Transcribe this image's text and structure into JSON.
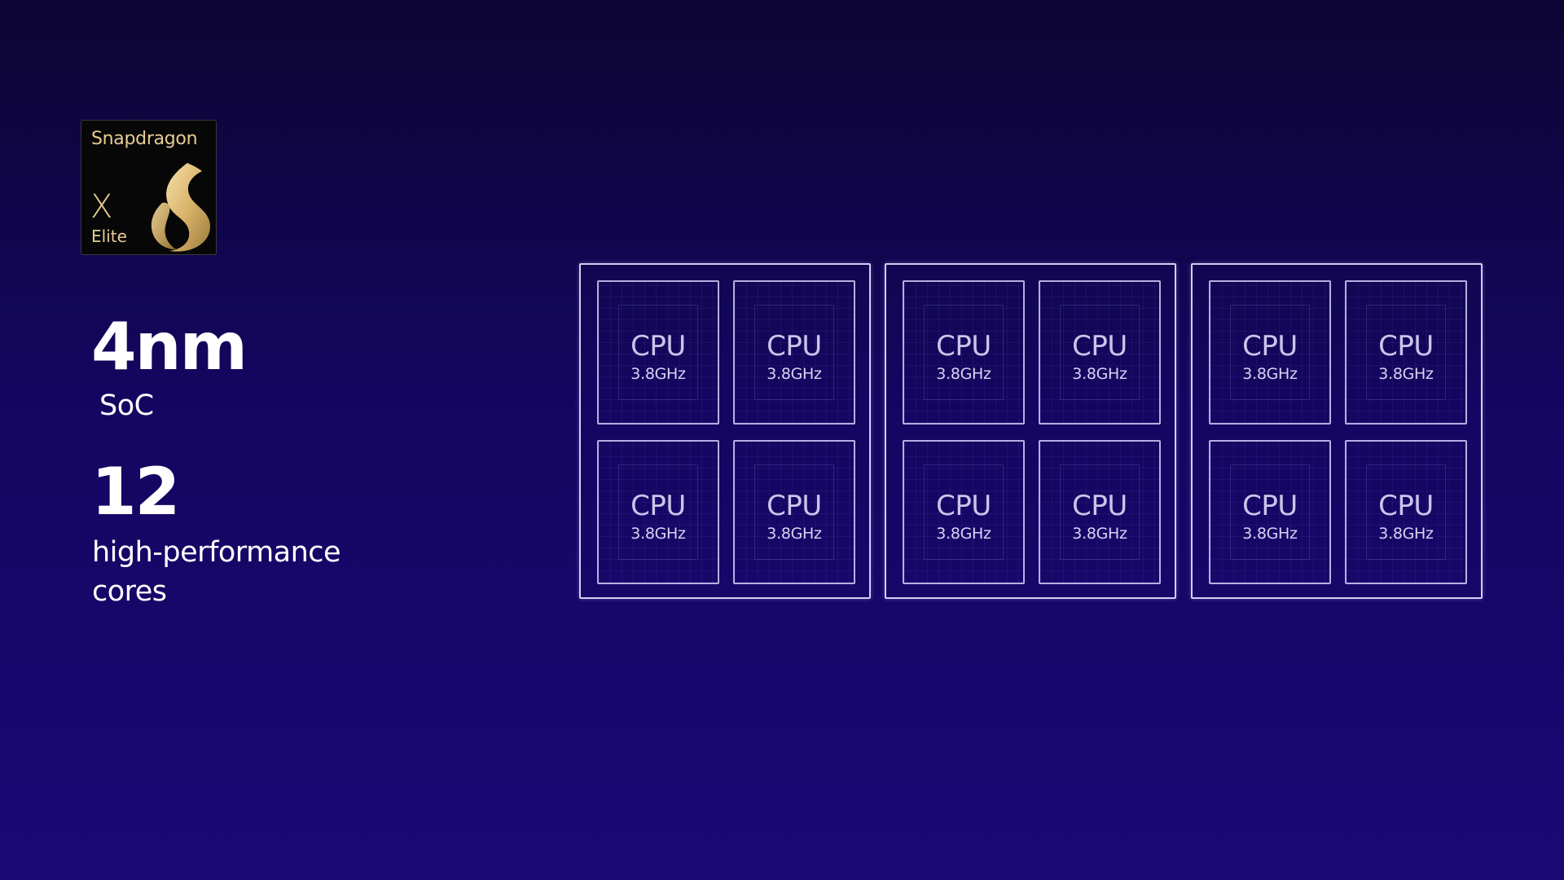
{
  "logo": {
    "brand": "Snapdragon",
    "series": "X",
    "tier": "Elite",
    "swirl_color": "#d9b46a"
  },
  "stats": [
    {
      "value": "4nm",
      "label": "SoC"
    },
    {
      "value": "12",
      "label": "high-performance cores"
    }
  ],
  "diagram": {
    "border_color": "#e4deff",
    "clusters": [
      {
        "cores": [
          {
            "name": "CPU",
            "frequency": "3.8GHz"
          },
          {
            "name": "CPU",
            "frequency": "3.8GHz"
          },
          {
            "name": "CPU",
            "frequency": "3.8GHz"
          },
          {
            "name": "CPU",
            "frequency": "3.8GHz"
          }
        ]
      },
      {
        "cores": [
          {
            "name": "CPU",
            "frequency": "3.8GHz"
          },
          {
            "name": "CPU",
            "frequency": "3.8GHz"
          },
          {
            "name": "CPU",
            "frequency": "3.8GHz"
          },
          {
            "name": "CPU",
            "frequency": "3.8GHz"
          }
        ]
      },
      {
        "cores": [
          {
            "name": "CPU",
            "frequency": "3.8GHz"
          },
          {
            "name": "CPU",
            "frequency": "3.8GHz"
          },
          {
            "name": "CPU",
            "frequency": "3.8GHz"
          },
          {
            "name": "CPU",
            "frequency": "3.8GHz"
          }
        ]
      }
    ]
  }
}
